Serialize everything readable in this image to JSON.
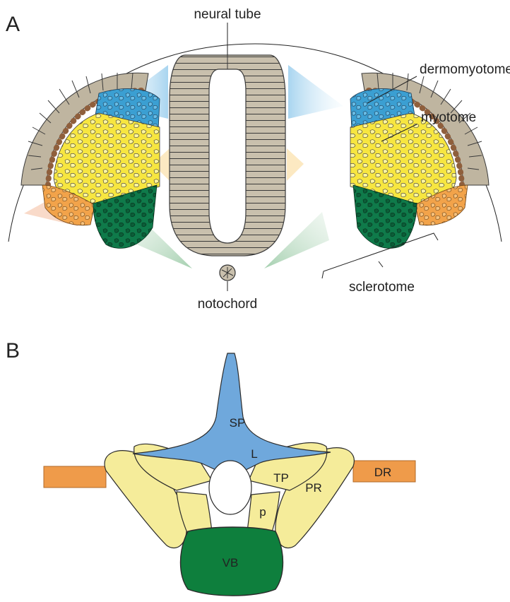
{
  "panels": {
    "a": "A",
    "b": "B"
  },
  "labels_a": {
    "neural_tube": "neural tube",
    "dermomyotome": "dermomyotome",
    "myotome": "myotome",
    "sclerotome": "sclerotome",
    "notochord": "notochord"
  },
  "labels_b": {
    "sp": "SP",
    "l": "L",
    "tp": "TP",
    "pr": "PR",
    "dr": "DR",
    "p": "p",
    "vb": "VB"
  },
  "colors": {
    "dermomyotome": "#bfb5a0",
    "dermomyotome_inner": "#8f5f3c",
    "blue": "#3b9fd2",
    "yellow": "#f7e640",
    "orange": "#f2a34a",
    "green": "#0f7a4a",
    "neural_tube": "#c9c0ad",
    "spinous": "#6fa8dc",
    "bone": "#f5ec9a",
    "vertebral_body": "#0e7f3d",
    "dorsal_rib": "#ef9b4a"
  }
}
